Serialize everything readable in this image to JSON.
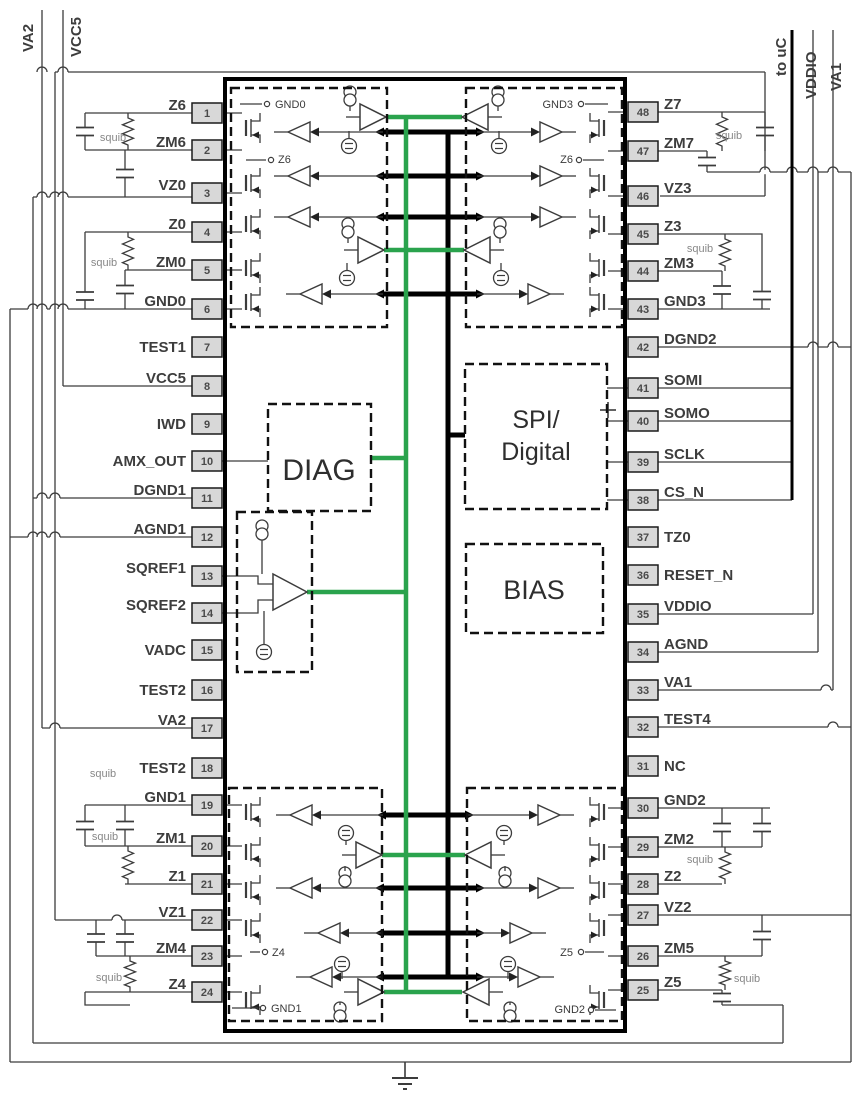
{
  "diagram": {
    "rails_left": [
      {
        "label": "VA2"
      },
      {
        "label": "VCC5"
      }
    ],
    "rails_right": [
      {
        "label": "to uC"
      },
      {
        "label": "VDDIO"
      },
      {
        "label": "VA1"
      }
    ],
    "pins_left": [
      {
        "number": "1",
        "label": "Z6"
      },
      {
        "number": "2",
        "label": "ZM6"
      },
      {
        "number": "3",
        "label": "VZ0"
      },
      {
        "number": "4",
        "label": "Z0"
      },
      {
        "number": "5",
        "label": "ZM0"
      },
      {
        "number": "6",
        "label": "GND0"
      },
      {
        "number": "7",
        "label": "TEST1"
      },
      {
        "number": "8",
        "label": "VCC5"
      },
      {
        "number": "9",
        "label": "IWD"
      },
      {
        "number": "10",
        "label": "AMX_OUT"
      },
      {
        "number": "11",
        "label": "DGND1"
      },
      {
        "number": "12",
        "label": "AGND1"
      },
      {
        "number": "13",
        "label": "SQREF1"
      },
      {
        "number": "14",
        "label": "SQREF2"
      },
      {
        "number": "15",
        "label": "VADC"
      },
      {
        "number": "16",
        "label": "TEST2"
      },
      {
        "number": "17",
        "label": "VA2"
      },
      {
        "number": "18",
        "label": "TEST2"
      },
      {
        "number": "19",
        "label": "GND1"
      },
      {
        "number": "20",
        "label": "ZM1"
      },
      {
        "number": "21",
        "label": "Z1"
      },
      {
        "number": "22",
        "label": "VZ1"
      },
      {
        "number": "23",
        "label": "ZM4"
      },
      {
        "number": "24",
        "label": "Z4"
      }
    ],
    "pins_right": [
      {
        "number": "48",
        "label": "Z7"
      },
      {
        "number": "47",
        "label": "ZM7"
      },
      {
        "number": "46",
        "label": "VZ3"
      },
      {
        "number": "45",
        "label": "Z3"
      },
      {
        "number": "44",
        "label": "ZM3"
      },
      {
        "number": "43",
        "label": "GND3"
      },
      {
        "number": "42",
        "label": "DGND2"
      },
      {
        "number": "41",
        "label": "SOMI"
      },
      {
        "number": "40",
        "label": "SOMO"
      },
      {
        "number": "39",
        "label": "SCLK"
      },
      {
        "number": "38",
        "label": "CS_N"
      },
      {
        "number": "37",
        "label": "TZ0"
      },
      {
        "number": "36",
        "label": "RESET_N"
      },
      {
        "number": "35",
        "label": "VDDIO"
      },
      {
        "number": "34",
        "label": "AGND"
      },
      {
        "number": "33",
        "label": "VA1"
      },
      {
        "number": "32",
        "label": "TEST4"
      },
      {
        "number": "31",
        "label": "NC"
      },
      {
        "number": "30",
        "label": "GND2"
      },
      {
        "number": "29",
        "label": "ZM2"
      },
      {
        "number": "28",
        "label": "Z2"
      },
      {
        "number": "27",
        "label": "VZ2"
      },
      {
        "number": "26",
        "label": "ZM5"
      },
      {
        "number": "25",
        "label": "Z5"
      }
    ],
    "blocks": {
      "diag": "DIAG",
      "spi_line1": "SPI/",
      "spi_line2": "Digital",
      "bias": "BIAS"
    },
    "inner_labels": {
      "tl_gnd": "GND0",
      "tl_z": "Z6",
      "tr_gnd": "GND3",
      "tr_z": "Z6",
      "bl_z": "Z4",
      "bl_gnd": "GND1",
      "br_z": "Z5",
      "br_gnd": "GND2"
    },
    "squib_label": "squib",
    "colors": {
      "bus_green": "#2aa34d",
      "bus_black": "#000000",
      "wire": "#3c3c3c",
      "pin_fill": "#d8d8d8"
    }
  }
}
